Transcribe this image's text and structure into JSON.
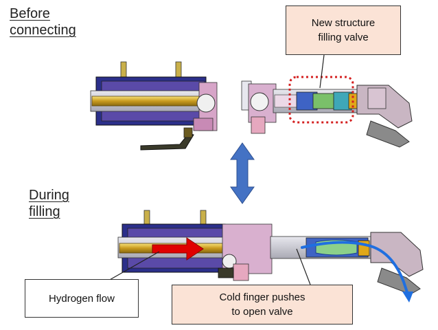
{
  "labels": {
    "before_line1": "Before",
    "before_line2": "connecting",
    "during_line1": "During",
    "during_line2": "filling"
  },
  "callouts": {
    "new_valve_line1": "New structure",
    "new_valve_line2": "filling valve",
    "hydrogen_flow": "Hydrogen flow",
    "cold_finger_line1": "Cold finger pushes",
    "cold_finger_line2": "to open valve"
  },
  "colors": {
    "callout_fill": "#fbe3d6",
    "double_arrow": "#4472c4",
    "hydrogen_arrow": "#e00000",
    "flow_arrow": "#1f6fe0",
    "highlight_dashed": "#d42020"
  }
}
